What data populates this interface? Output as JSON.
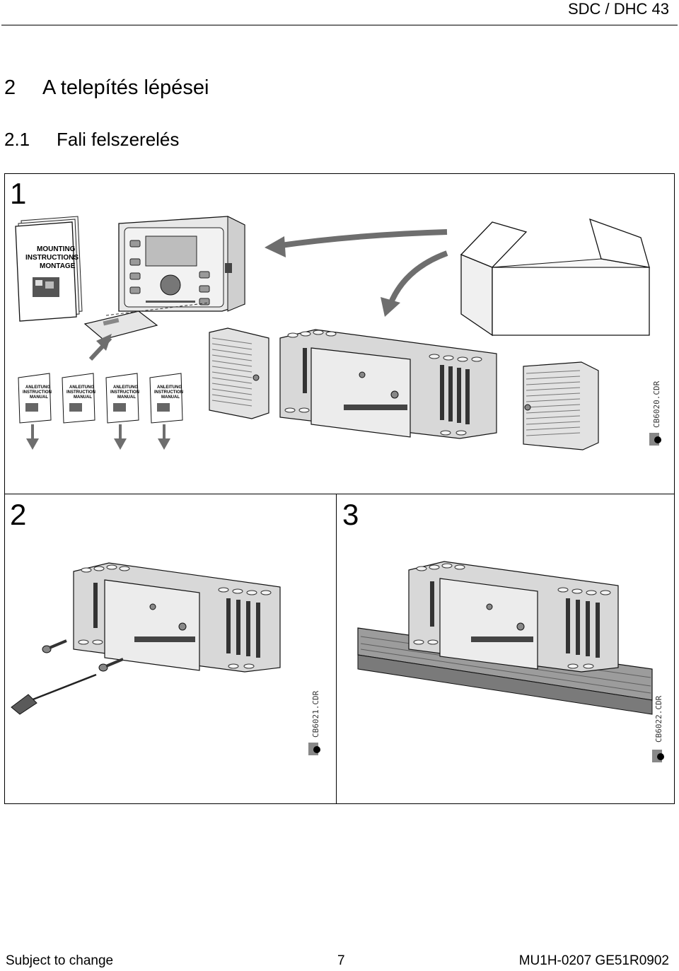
{
  "header": {
    "title": "SDC / DHC 43"
  },
  "section": {
    "number": "2",
    "title": "A telepítés lépései"
  },
  "subsection": {
    "number": "2.1",
    "title": "Fali felszerelés"
  },
  "figure": {
    "steps": [
      "1",
      "2",
      "3"
    ],
    "manual_cover": [
      "MOUNTING",
      "INSTRUCTIONS",
      "MONTAGE"
    ],
    "small_manual_cover": [
      "ANLEITUNG",
      "INSTRUCTION",
      "MANUAL"
    ],
    "refs": [
      "CB6020.CDR",
      "CB6021.CDR",
      "CB6022.CDR"
    ]
  },
  "footer": {
    "left": "Subject to change",
    "page": "7",
    "right": "MU1H-0207 GE51R0902"
  }
}
